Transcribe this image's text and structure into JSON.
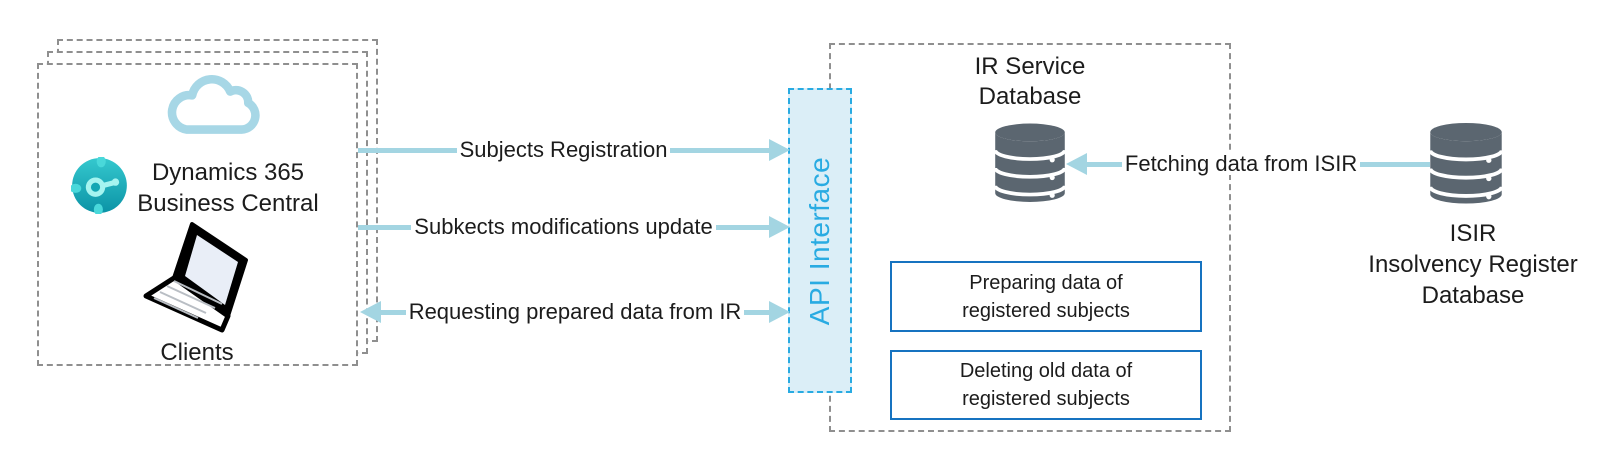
{
  "colors": {
    "arrow_blue": "#a3d5e2",
    "api_border_text_blue": "#29abe2",
    "api_fill": "#dbeef7",
    "process_box_border_blue": "#1673c0",
    "dashed_gray": "#8f8f8f",
    "database_gray": "#5b6670",
    "cloud_blue": "#a7d7e6",
    "dynamics_teal": "#0f93a4",
    "text": "#1c1c1c"
  },
  "icons": [
    {
      "name": "cloud-icon"
    },
    {
      "name": "dynamics-365-icon"
    },
    {
      "name": "laptop-icon"
    },
    {
      "name": "ir-database-icon"
    },
    {
      "name": "isir-database-icon"
    }
  ],
  "clients_group": {
    "title_line1": "Dynamics 365",
    "title_line2": "Business Central",
    "caption": "Clients"
  },
  "arrows": {
    "subjects_registration": "Subjects Registration",
    "subjects_modifications": "Subkects modifications update",
    "requesting_data": "Requesting prepared data from IR",
    "fetching_data": "Fetching data from ISIR"
  },
  "api_interface": {
    "label": "API Interface"
  },
  "ir_service": {
    "db_label_line1": "IR Service",
    "db_label_line2": "Database",
    "process_boxes": [
      {
        "line1": "Preparing data of",
        "line2": "registered subjects"
      },
      {
        "line1": "Deleting old data of",
        "line2": "registered subjects"
      }
    ]
  },
  "isir": {
    "label_line1": "ISIR",
    "label_line2": "Insolvency Register",
    "label_line3": "Database"
  }
}
